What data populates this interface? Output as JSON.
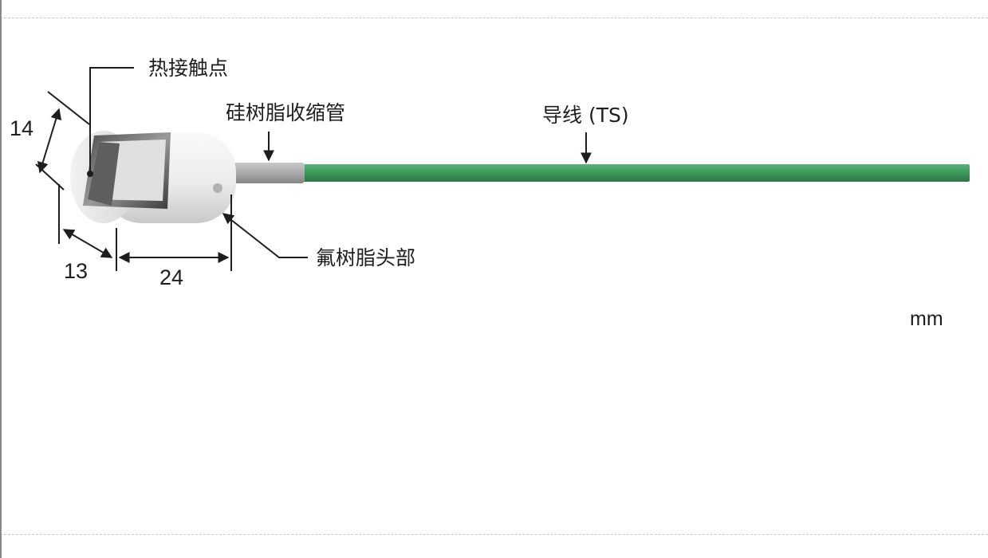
{
  "labels": {
    "hot_junction": "热接触点",
    "silicone_tube": "硅树脂收缩管",
    "lead_wire": "导线 (TS)",
    "fluororesin_head": "氟树脂头部"
  },
  "dimensions": {
    "width": "14",
    "depth": "13",
    "length": "24"
  },
  "unit": "mm",
  "colors": {
    "wire": "#3f9a5c",
    "head": "#eeeeee",
    "tube": "#a9a9a9",
    "contact": "#7d7d7d"
  }
}
